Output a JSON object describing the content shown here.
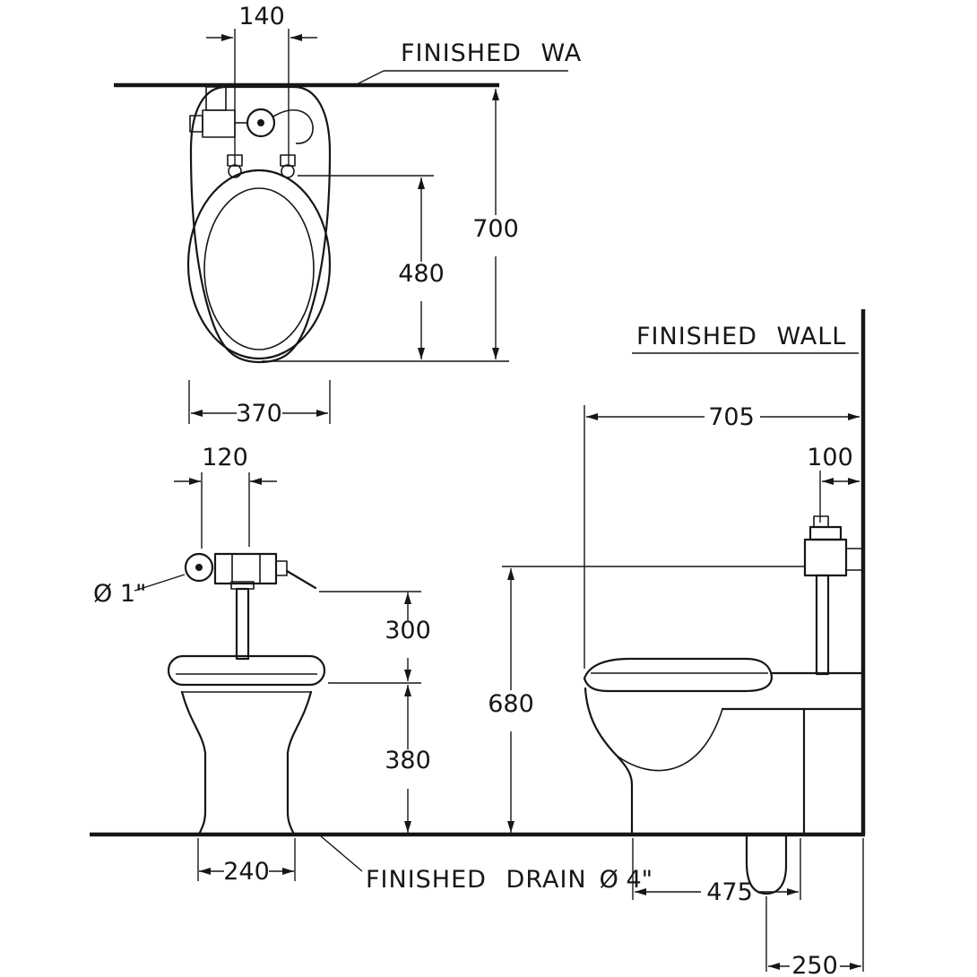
{
  "meta": {
    "drawing_title": "Wall-supply flush-valve toilet installation dimension drawing",
    "units": "mm",
    "line_color": "#161616",
    "background": "#ffffff"
  },
  "labels": {
    "finished_wall_top": "FINISHED WA",
    "finished_wall_side": "FINISHED WALL",
    "finished_drain": "FINISHED DRAIN",
    "drain_dia": "Ø 4\"",
    "supply_dia": "Ø 1\""
  },
  "dims": {
    "plan_valve_span": "140",
    "plan_wall_to_front": "700",
    "plan_seat_length": "480",
    "plan_bowl_width": "370",
    "front_valve_offset": "120",
    "front_valve_to_seat": "300",
    "front_seat_height": "380",
    "front_base_width": "240",
    "side_wall_to_front": "705",
    "side_valve_to_wall": "100",
    "side_valve_height": "680",
    "side_base_depth": "475",
    "side_drain_to_wall": "250"
  }
}
